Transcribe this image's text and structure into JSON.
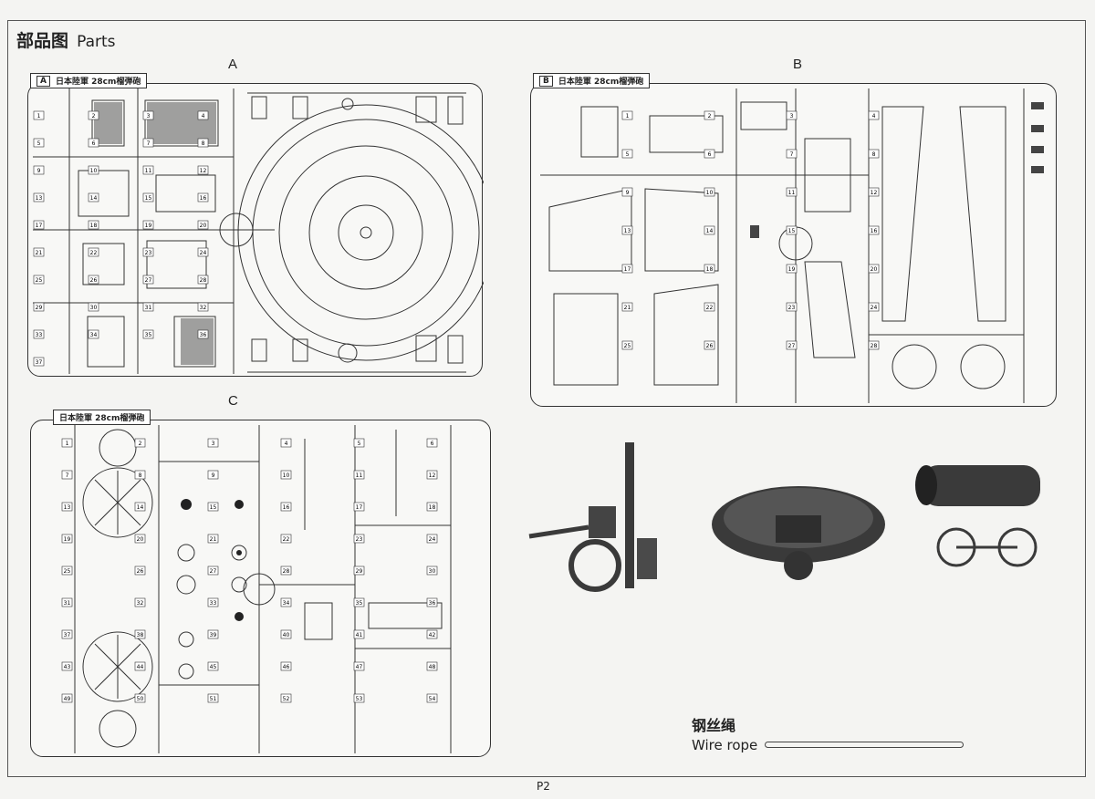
{
  "header": {
    "title_zh": "部品图",
    "title_en": "Parts"
  },
  "sprues": [
    {
      "letter": "A",
      "tag_letter": "A",
      "tag_title": "日本陸軍 28cm榴弾砲"
    },
    {
      "letter": "B",
      "tag_letter": "B",
      "tag_title": "日本陸軍 28cm榴弾砲"
    },
    {
      "letter": "C",
      "tag_letter": "",
      "tag_title": "日本陸軍 28cm榴弾砲"
    }
  ],
  "part_numbers": {
    "a": [
      "1",
      "2",
      "3",
      "4",
      "5",
      "6",
      "7",
      "8",
      "9",
      "10",
      "11",
      "12",
      "13",
      "14",
      "15",
      "16",
      "17",
      "18",
      "19",
      "20",
      "21",
      "22",
      "23",
      "24",
      "25",
      "26",
      "27",
      "28",
      "29",
      "30",
      "31",
      "32",
      "33",
      "34",
      "35",
      "36",
      "37"
    ],
    "b": [
      "1",
      "2",
      "3",
      "4",
      "5",
      "6",
      "7",
      "8",
      "9",
      "10",
      "11",
      "12",
      "13",
      "14",
      "15",
      "16",
      "17",
      "18",
      "19",
      "20",
      "21",
      "22",
      "23",
      "24",
      "25",
      "26",
      "27",
      "28"
    ],
    "c": [
      "1",
      "2",
      "3",
      "4",
      "5",
      "6",
      "7",
      "8",
      "9",
      "10",
      "11",
      "12",
      "13",
      "14",
      "15",
      "16",
      "17",
      "18",
      "19",
      "20",
      "21",
      "22",
      "23",
      "24",
      "25",
      "26",
      "27",
      "28",
      "29",
      "30",
      "31",
      "32",
      "33",
      "34",
      "35",
      "36",
      "37",
      "38",
      "39",
      "40",
      "41",
      "42",
      "43",
      "44",
      "45",
      "46",
      "47",
      "48",
      "49",
      "50",
      "51",
      "52",
      "53",
      "54"
    ]
  },
  "wire_rope": {
    "label_zh": "钢丝绳",
    "label_en": "Wire rope"
  },
  "footer": {
    "page_number": "P2"
  },
  "colors": {
    "line": "#333333",
    "paper": "#f4f4f2",
    "render": "#3a3a3a"
  }
}
